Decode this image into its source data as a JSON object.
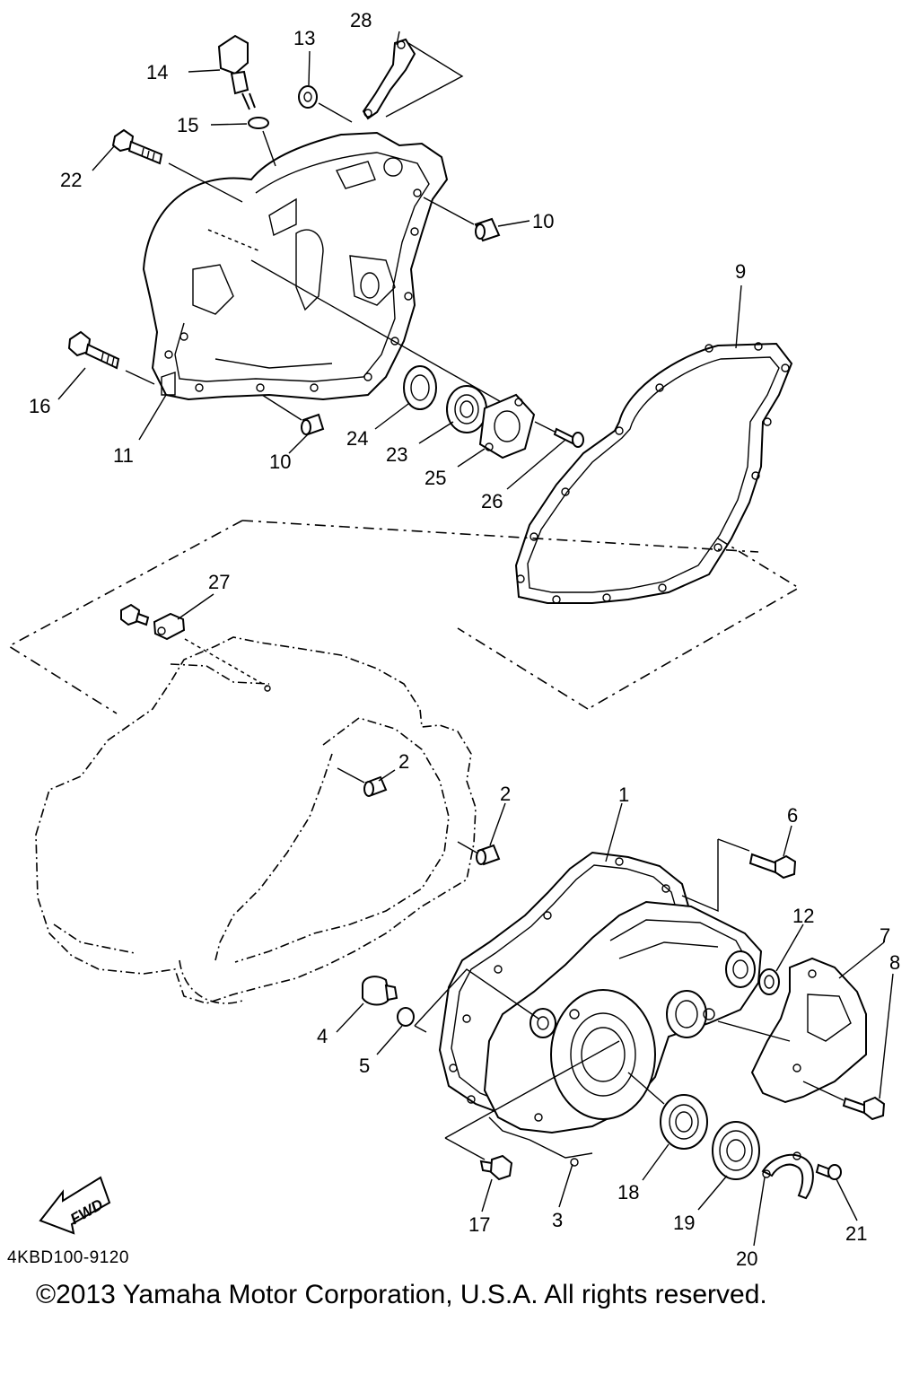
{
  "diagram": {
    "drawing_code": "4KBD100-9120",
    "copyright": "©2013 Yamaha Motor Corporation, U.S.A. All rights reserved.",
    "fwd_label": "FWD",
    "callouts": [
      {
        "id": "c28",
        "text": "28"
      },
      {
        "id": "c13",
        "text": "13"
      },
      {
        "id": "c14",
        "text": "14"
      },
      {
        "id": "c15",
        "text": "15"
      },
      {
        "id": "c22",
        "text": "22"
      },
      {
        "id": "c10a",
        "text": "10"
      },
      {
        "id": "c9",
        "text": "9"
      },
      {
        "id": "c16",
        "text": "16"
      },
      {
        "id": "c24",
        "text": "24"
      },
      {
        "id": "c23",
        "text": "23"
      },
      {
        "id": "c25",
        "text": "25"
      },
      {
        "id": "c26",
        "text": "26"
      },
      {
        "id": "c11",
        "text": "11"
      },
      {
        "id": "c10b",
        "text": "10"
      },
      {
        "id": "c27",
        "text": "27"
      },
      {
        "id": "c2a",
        "text": "2"
      },
      {
        "id": "c2b",
        "text": "2"
      },
      {
        "id": "c1",
        "text": "1"
      },
      {
        "id": "c6",
        "text": "6"
      },
      {
        "id": "c12",
        "text": "12"
      },
      {
        "id": "c7",
        "text": "7"
      },
      {
        "id": "c8",
        "text": "8"
      },
      {
        "id": "c4",
        "text": "4"
      },
      {
        "id": "c5",
        "text": "5"
      },
      {
        "id": "c18",
        "text": "18"
      },
      {
        "id": "c19",
        "text": "19"
      },
      {
        "id": "c21",
        "text": "21"
      },
      {
        "id": "c20",
        "text": "20"
      },
      {
        "id": "c17",
        "text": "17"
      },
      {
        "id": "c3",
        "text": "3"
      }
    ]
  }
}
